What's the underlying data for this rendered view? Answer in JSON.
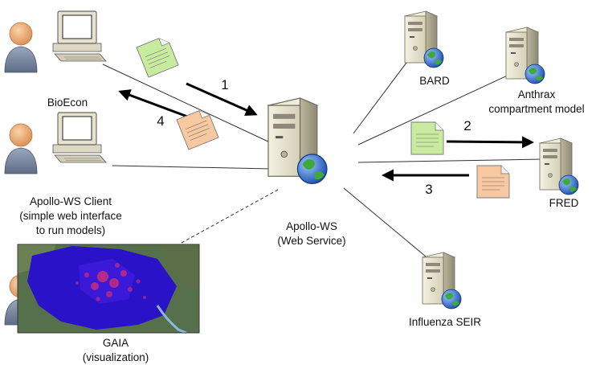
{
  "nodes": {
    "bioecon": {
      "lines": [
        "BioEcon"
      ]
    },
    "client": {
      "lines": [
        "Apollo-WS Client",
        "(simple web interface",
        "to run models)"
      ]
    },
    "gaia": {
      "lines": [
        "GAIA",
        "(visualization)"
      ]
    },
    "apollo": {
      "lines": [
        "Apollo-WS",
        "(Web Service)"
      ]
    },
    "bard": {
      "lines": [
        "BARD"
      ]
    },
    "anthrax": {
      "lines": [
        "Anthrax",
        "compartment model"
      ]
    },
    "fred": {
      "lines": [
        "FRED"
      ]
    },
    "influenza": {
      "lines": [
        "Influenza SEIR"
      ]
    }
  },
  "steps": {
    "s1": "1",
    "s2": "2",
    "s3": "3",
    "s4": "4"
  },
  "colors": {
    "doc_green": "#c8eba0",
    "doc_orange": "#f8c8a0",
    "map_region": "#2a12c8",
    "map_hotspot": "#e0306a",
    "server_body": "#e7e3cf",
    "person_skin": "#f1b27a",
    "person_body": "#7f8fa7",
    "globe_water": "#2d68d8",
    "globe_land": "#3fa93a"
  }
}
